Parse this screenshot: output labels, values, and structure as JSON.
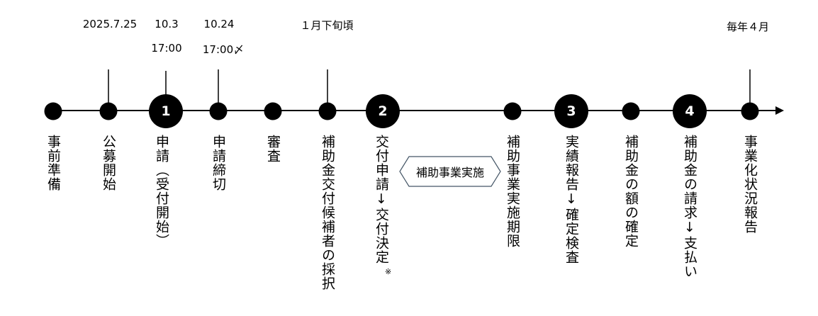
{
  "top_labels": {
    "start_date": "2025.7.25",
    "apply_date": "10.3",
    "apply_time": "17:00",
    "deadline_date": "10.24",
    "deadline_time": "17:00〆",
    "selection_timing": "１月下旬頃",
    "annual": "毎年４月"
  },
  "steps": {
    "s1": "1",
    "s2": "2",
    "s3": "3",
    "s4": "4"
  },
  "labels": {
    "prep": "事前準備",
    "open": "公募開始",
    "apply": "申請（受付開始）",
    "deadline": "申請締切",
    "review": "審査",
    "selection": "補助金交付候補者の採択",
    "grant": "交付申請↓交付決定",
    "grant_note": "※",
    "period_end": "補助事業実施期限",
    "report": "実績報告↓確定検査",
    "amount": "補助金の額の確定",
    "payment": "補助金の請求↓支払い",
    "status": "事業化状況報告"
  },
  "implementation_box": "補助事業実施"
}
